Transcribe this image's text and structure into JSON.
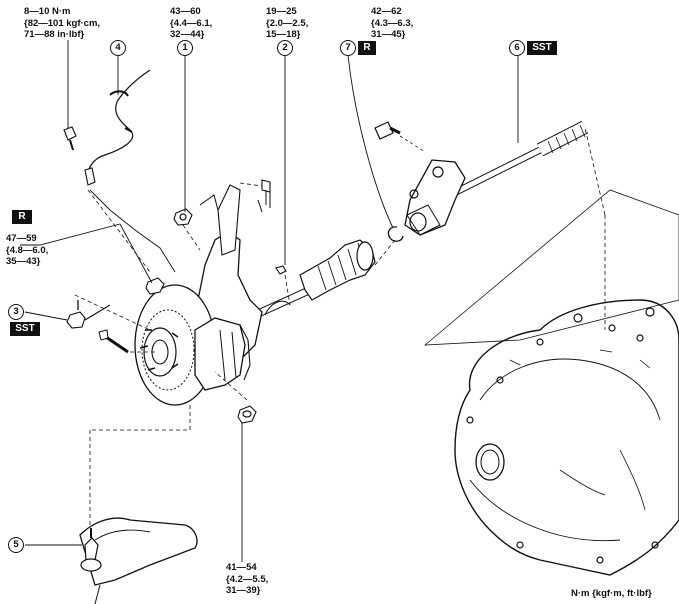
{
  "callouts": {
    "c1": "1",
    "c2": "2",
    "c3": "3",
    "c4": "4",
    "c5": "5",
    "c6": "6",
    "c7": "7"
  },
  "badges": {
    "r": "R",
    "sst": "SST"
  },
  "torques": {
    "t_sensor": [
      "8—10 N·m",
      "{82—101 kgf·cm,",
      "71—88 in·lbf}"
    ],
    "t_1": [
      "43—60",
      "{4.4—6.1,",
      "32—44}"
    ],
    "t_2": [
      "19—25",
      "{2.0—2.5,",
      "15—18}"
    ],
    "t_bracket": [
      "42—62",
      "{4.3—6.3,",
      "31—45}"
    ],
    "t_tierod": [
      "47—59",
      "{4.8—6.0,",
      "35—43}"
    ],
    "t_balljoint": [
      "41—54",
      "{4.2—5.5,",
      "31—39}"
    ]
  },
  "unit_note": "N·m {kgf·m, ft·lbf}"
}
